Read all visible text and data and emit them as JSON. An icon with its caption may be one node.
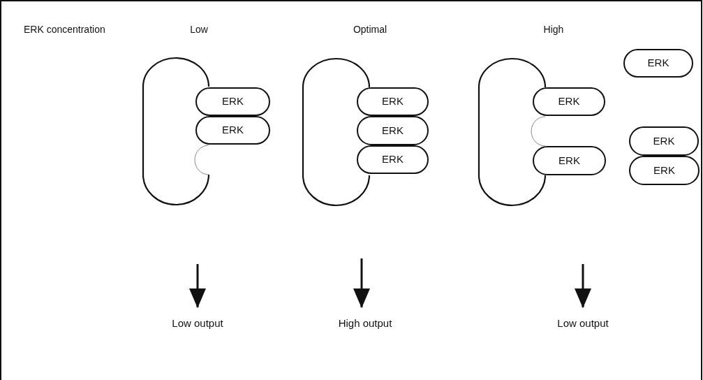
{
  "diagram": {
    "nodes": [
      {
        "text": [],
        "shape": "box"
      },
      {
        "text": [
          "ERK"
        ]
      },
      {
        "text": [
          "ERK"
        ]
      },
      {
        "text": [],
        "shape": "box"
      },
      {
        "text": [
          "ERK"
        ]
      },
      {
        "text": [
          "ERK"
        ]
      },
      {
        "text": [
          "ERK"
        ]
      },
      {
        "text": [],
        "shape": "box"
      },
      {
        "text": [
          "ERK"
        ]
      },
      {
        "text": [
          "ERK"
        ]
      },
      {
        "text": [
          "ERK"
        ]
      },
      {
        "text": [
          "ERK"
        ]
      },
      {
        "text": [
          "ERK"
        ]
      },
      {
        "text": [
          "Low output"
        ]
      },
      {
        "text": [
          "High output"
        ]
      },
      {
        "text": [
          "Low output"
        ]
      }
    ],
    "edges": [
      {
        "from": null,
        "to": 13,
        "arrow": "to"
      },
      {
        "from": null,
        "to": 14,
        "arrow": "to"
      },
      {
        "from": null,
        "to": 15,
        "arrow": "to"
      }
    ],
    "labels": [
      "ERK concentration",
      "Low",
      "Optimal",
      "High"
    ]
  }
}
